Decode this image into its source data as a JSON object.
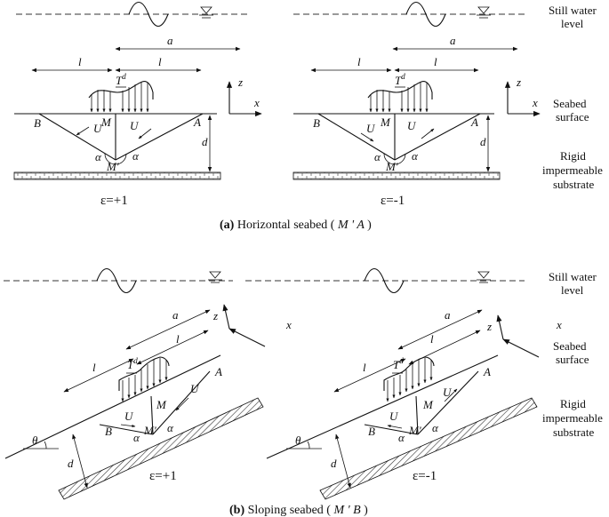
{
  "labels": {
    "still_water": [
      "Still water",
      "level"
    ],
    "seabed_surface": [
      "Seabed",
      "surface"
    ],
    "rigid": [
      "Rigid",
      "impermeable",
      "substrate"
    ],
    "a": "a",
    "l": "l",
    "d": "d",
    "T": "T",
    "T_sup": "d",
    "U": "U",
    "M": "M",
    "M_prime": "M'",
    "A": "A",
    "B": "B",
    "alpha": "α",
    "theta": "θ",
    "x": "x",
    "z": "z"
  },
  "panel_a": {
    "eps_left": "ε=+1",
    "eps_right": "ε=-1",
    "caption_bold": "(a)",
    "caption_text": " Horizontal seabed (",
    "caption_ital": " M ' A ",
    "caption_close": ")"
  },
  "panel_b": {
    "eps_left": "ε=+1",
    "eps_right": "ε=-1",
    "caption_bold": "(b)",
    "caption_text": " Sloping seabed (",
    "caption_ital": " M ' B ",
    "caption_close": ")"
  }
}
